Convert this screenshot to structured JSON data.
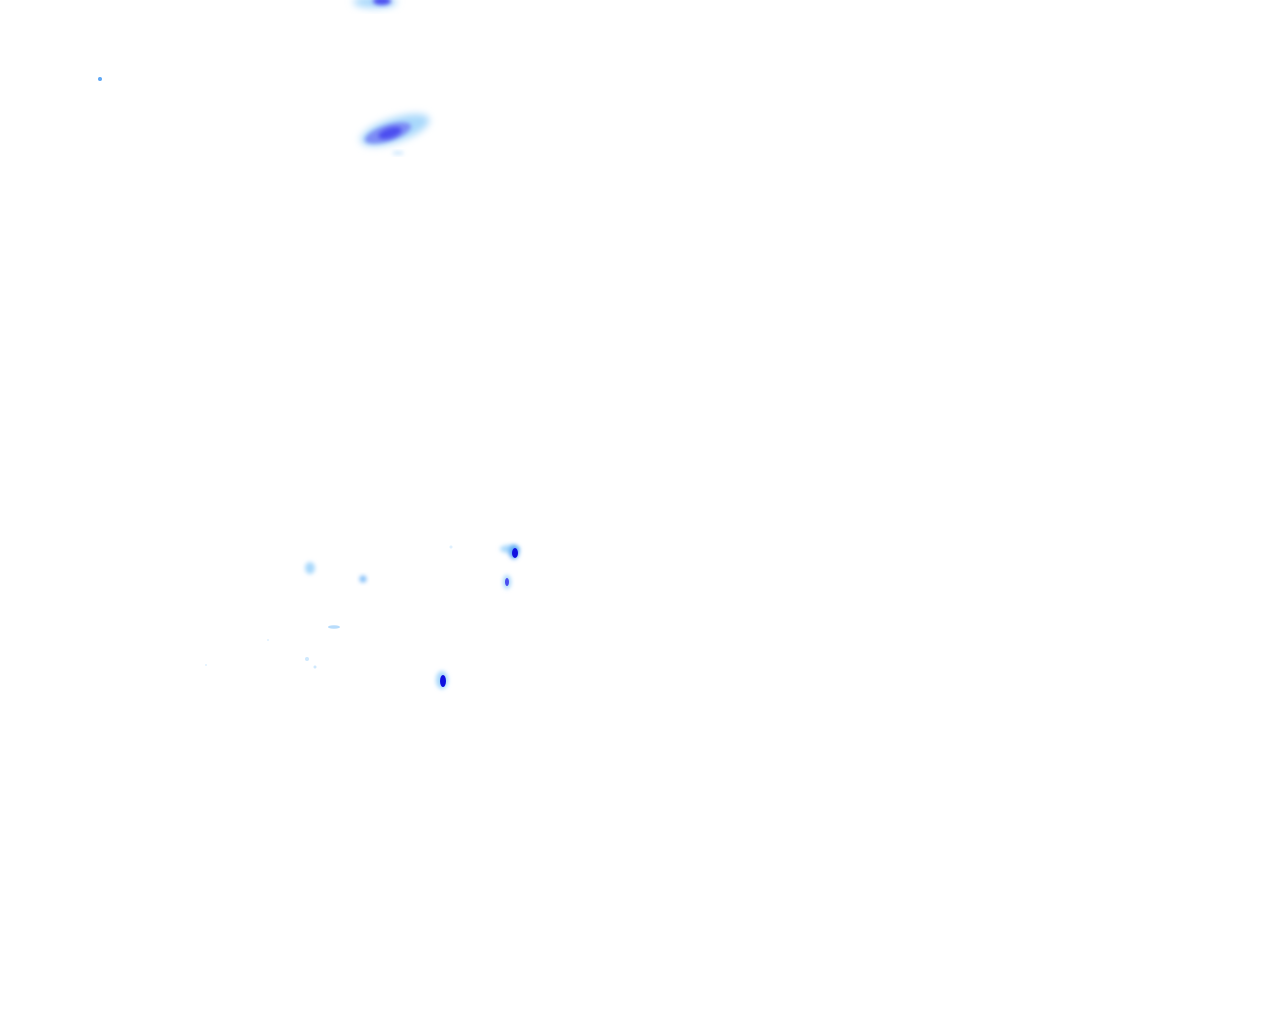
{
  "map": {
    "background": "#ffffff",
    "colors": {
      "light": "#a8d8fb",
      "medium": "#5fa8f5",
      "strong": "#4b4ef0",
      "intense": "#1010e0"
    },
    "echoes": [
      {
        "id": "cell-top",
        "intensity": "strong"
      },
      {
        "id": "cell-northwest-band",
        "intensity": "strong"
      },
      {
        "id": "speck-far-west",
        "intensity": "medium"
      },
      {
        "id": "cell-east-upper",
        "intensity": "intense"
      },
      {
        "id": "cell-east-middle",
        "intensity": "strong"
      },
      {
        "id": "cell-south",
        "intensity": "intense"
      },
      {
        "id": "speck-west-hook",
        "intensity": "light"
      },
      {
        "id": "speck-central",
        "intensity": "medium"
      },
      {
        "id": "speck-streak",
        "intensity": "light"
      },
      {
        "id": "speck-small-1",
        "intensity": "light"
      },
      {
        "id": "speck-small-2",
        "intensity": "light"
      }
    ]
  }
}
